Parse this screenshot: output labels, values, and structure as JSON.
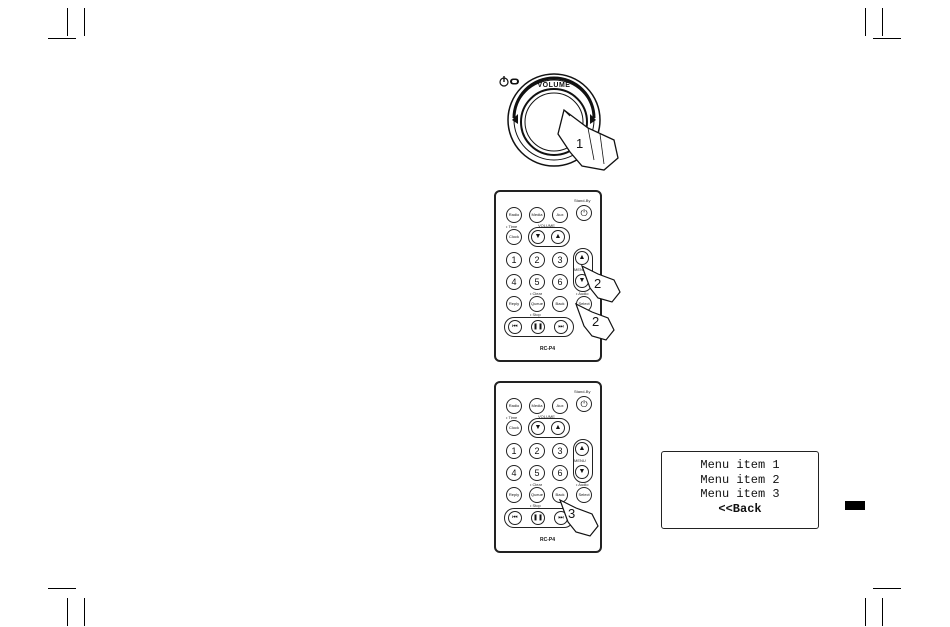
{
  "figure1": {
    "volume_label": "VOLUME",
    "step": "1"
  },
  "remote": {
    "standby_label": "Stand-By",
    "row1": [
      "Radio",
      "Media",
      "Aux"
    ],
    "time_label": "• Time",
    "volume_label": "VOLUME",
    "clock_label": "Clock",
    "numbers": [
      "1",
      "2",
      "3",
      "4",
      "5",
      "6"
    ],
    "clear_label": "• Clear",
    "audio_label": "• Audio",
    "menu_label": "MENU",
    "row_func": [
      "Reply",
      "Queue",
      "Back",
      "Select"
    ],
    "stop_label": "• Stop",
    "model": "RC-P4"
  },
  "figure2": {
    "step_menu": "2",
    "step_select": "2"
  },
  "figure3": {
    "step": "3"
  },
  "lcd": {
    "lines": [
      "Menu item 1",
      "Menu item 2",
      "Menu item 3",
      "<<Back"
    ]
  }
}
